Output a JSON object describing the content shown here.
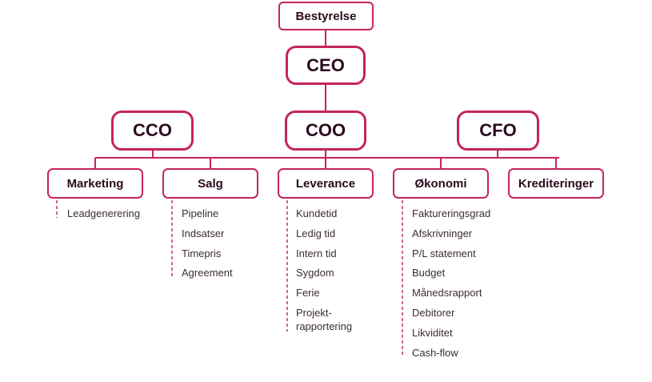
{
  "board": {
    "label": "Bestyrelse"
  },
  "ceo": {
    "label": "CEO"
  },
  "executives": [
    {
      "id": "cco",
      "label": "CCO"
    },
    {
      "id": "coo",
      "label": "COO"
    },
    {
      "id": "cfo",
      "label": "CFO"
    }
  ],
  "departments": [
    {
      "id": "marketing",
      "label": "Marketing",
      "items": [
        "Leadgenerering"
      ]
    },
    {
      "id": "salg",
      "label": "Salg",
      "items": [
        "Pipeline",
        "Indsatser",
        "Timepris",
        "Agreement"
      ]
    },
    {
      "id": "leverance",
      "label": "Leverance",
      "items": [
        "Kundetid",
        "Ledig tid",
        "Intern tid",
        "Sygdom",
        "Ferie",
        "Projekt-\nrapportering"
      ]
    },
    {
      "id": "okonomi",
      "label": "Økonomi",
      "items": [
        "Faktureringsgrad",
        "Afskrivninger",
        "P/L statement",
        "Budget",
        "Månedsrapport",
        "Debitorer",
        "Likviditet",
        "Cash-flow"
      ]
    },
    {
      "id": "krediteringer",
      "label": "Krediteringer",
      "items": []
    }
  ],
  "colors": {
    "accent": "#c4245c",
    "text": "#2a0a1f",
    "subtext": "#3c2c36"
  }
}
